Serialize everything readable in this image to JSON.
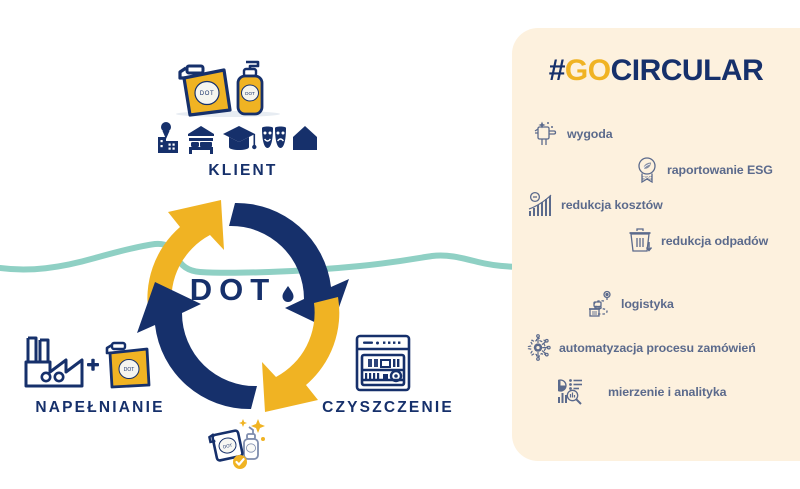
{
  "colors": {
    "navy": "#16306b",
    "yellow": "#f0b323",
    "cream": "#fdf1de",
    "mint": "#8fd0c4",
    "slate_text": "#5b6a8c",
    "white": "#ffffff"
  },
  "panel": {
    "title": {
      "hash": "#",
      "go": "GO",
      "circular": "CIRCULAR",
      "full": "#GOCIRCULAR"
    },
    "benefits_group_1": [
      {
        "label": "wygoda",
        "icon": "hand-sparkle-icon"
      },
      {
        "label": "raportowanie ESG",
        "icon": "eco-badge-icon"
      },
      {
        "label": "redukcja kosztów",
        "icon": "bar-chart-decrease-icon"
      },
      {
        "label": "redukcja odpadów",
        "icon": "trash-decrease-icon"
      }
    ],
    "benefits_group_2": [
      {
        "label": "logistyka",
        "icon": "delivery-route-icon"
      },
      {
        "label": "automatyzacja procesu zamówień",
        "icon": "gear-circuit-icon"
      },
      {
        "label": "mierzenie i analityka",
        "icon": "analytics-magnifier-icon"
      }
    ]
  },
  "cycle": {
    "center_text": "DOT",
    "center_droplet": "·",
    "stages": [
      {
        "id": "klient",
        "label": "KLIENT",
        "icons": [
          "office-building-pin-icon",
          "hotel-bed-icon",
          "graduation-cap-icon",
          "theater-masks-icon",
          "house-icon"
        ],
        "product": "dot-canister-and-pump-bottle"
      },
      {
        "id": "napelnianie",
        "label": "NAPEŁNIANIE",
        "icons": [
          "factory-icon",
          "plus-sign",
          "dot-canister-icon"
        ]
      },
      {
        "id": "czyszczenie",
        "label": "CZYSZCZENIE",
        "icons": [
          "dishwasher-icon"
        ]
      }
    ],
    "arrows": [
      {
        "position": "top-left",
        "color": "#f0b323"
      },
      {
        "position": "top-right",
        "color": "#16306b"
      },
      {
        "position": "bottom-right",
        "color": "#f0b323"
      },
      {
        "position": "bottom-left",
        "color": "#16306b"
      }
    ],
    "bottom_art": "clean-products-sparkle-check-icon"
  },
  "background": {
    "wave_line": "mint-wavy-line"
  }
}
